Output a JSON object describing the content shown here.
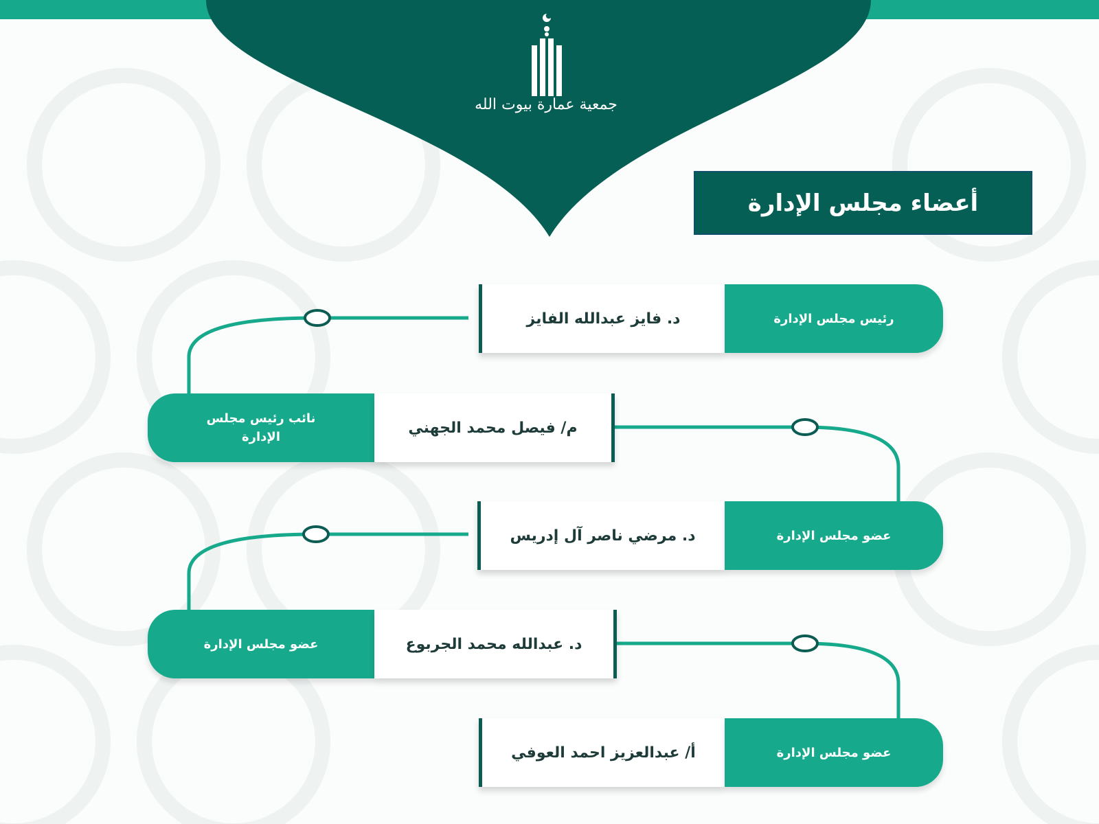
{
  "logo": {
    "text": "جمعية عمارة بيوت الله",
    "icon": "minaret-logo-icon"
  },
  "title": "أعضاء مجلس الإدارة",
  "colors": {
    "dark": "#065f55",
    "accent": "#16a98c"
  },
  "members": [
    {
      "role": "رئيس مجلس الإدارة",
      "name": "د. فايز عبدالله الفايز"
    },
    {
      "role": "نائب رئيس مجلس الإدارة",
      "name": "م/ فيصل محمد الجهني"
    },
    {
      "role": "عضو مجلس الإدارة",
      "name": "د. مرضي ناصر آل إدريس"
    },
    {
      "role": "عضو مجلس الإدارة",
      "name": "د. عبدالله محمد الجربوع"
    },
    {
      "role": "عضو مجلس الإدارة",
      "name": "أ/ عبدالعزيز احمد العوفي"
    }
  ]
}
